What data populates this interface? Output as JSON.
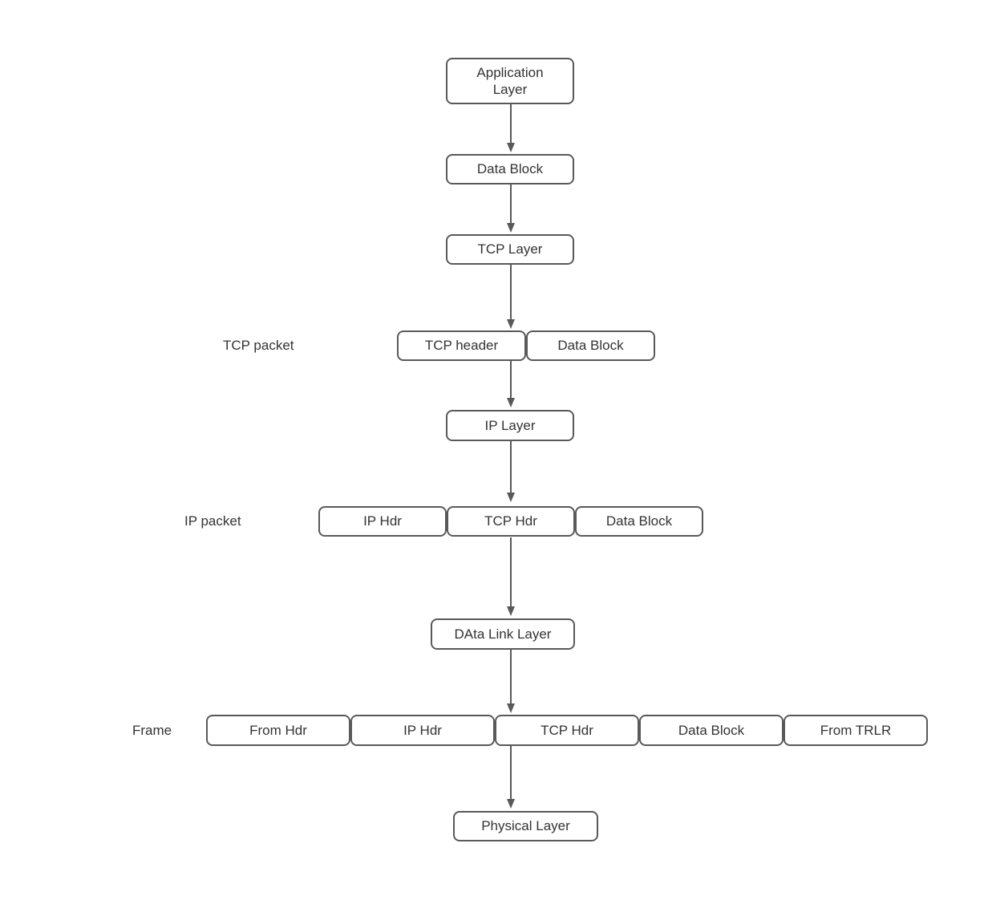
{
  "nodes": {
    "application_layer": "Application\nLayer",
    "data_block_top": "Data Block",
    "tcp_layer": "TCP Layer",
    "tcp_packet_row": {
      "tcp_header": "TCP header",
      "data_block": "Data Block"
    },
    "ip_layer": "IP Layer",
    "ip_packet_row": {
      "ip_hdr": "IP Hdr",
      "tcp_hdr": "TCP Hdr",
      "data_block": "Data Block"
    },
    "data_link_layer": "DAta Link Layer",
    "frame_row": {
      "from_hdr": "From Hdr",
      "ip_hdr": "IP Hdr",
      "tcp_hdr": "TCP Hdr",
      "data_block": "Data Block",
      "from_trlr": "From TRLR"
    },
    "physical_layer": "Physical Layer"
  },
  "labels": {
    "tcp_packet": "TCP packet",
    "ip_packet": "IP packet",
    "frame": "Frame"
  },
  "colors": {
    "box_border": "#595959",
    "box_fill": "#ffffff",
    "text": "#333333",
    "arrow": "#595959",
    "background": "#ffffff"
  }
}
